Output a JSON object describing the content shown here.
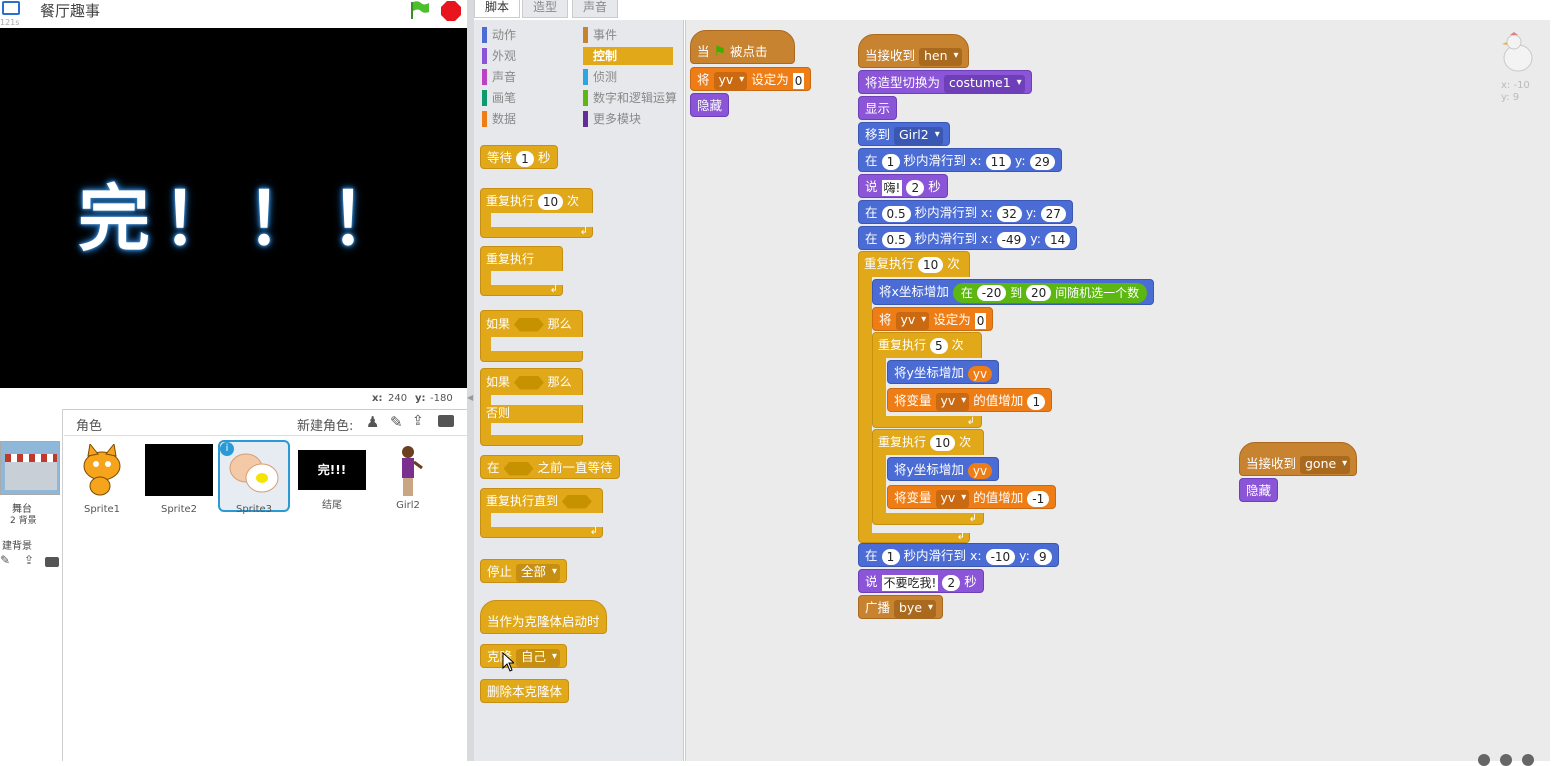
{
  "project": {
    "title": "餐厅趣事",
    "version": "121s"
  },
  "stage": {
    "text": "完！！！",
    "mouse_x_label": "x:",
    "mouse_x": "240",
    "mouse_y_label": "y:",
    "mouse_y": "-180"
  },
  "sprites_panel": {
    "title": "角色",
    "new_sprite_label": "新建角色:",
    "stage_label": "舞台",
    "backdrops_count": "2 背景",
    "new_backdrop_label": "建背景",
    "sprites": [
      {
        "name": "Sprite1"
      },
      {
        "name": "Sprite2"
      },
      {
        "name": "Sprite3"
      },
      {
        "name": "结尾",
        "thumb_text": "完!!!"
      },
      {
        "name": "Girl2"
      }
    ]
  },
  "tabs": [
    "脚本",
    "造型",
    "声音"
  ],
  "categories": [
    {
      "label": "动作",
      "color": "#4a6cd4"
    },
    {
      "label": "事件",
      "color": "#c88330"
    },
    {
      "label": "外观",
      "color": "#8a55d7"
    },
    {
      "label": "控制",
      "color": "#e1a91a"
    },
    {
      "label": "声音",
      "color": "#bb42c3"
    },
    {
      "label": "侦测",
      "color": "#2ca5e2"
    },
    {
      "label": "画笔",
      "color": "#0e9a6c"
    },
    {
      "label": "数字和逻辑运算",
      "color": "#5cb712"
    },
    {
      "label": "数据",
      "color": "#ee7d16"
    },
    {
      "label": "更多模块",
      "color": "#632d99"
    }
  ],
  "palette": {
    "wait": "等待",
    "wait_val": "1",
    "seconds": "秒",
    "repeat": "重复执行",
    "repeat_val": "10",
    "times": "次",
    "forever": "重复执行",
    "if": "如果",
    "then": "那么",
    "else": "否则",
    "wait_until_a": "在",
    "wait_until_b": "之前一直等待",
    "repeat_until": "重复执行直到",
    "stop": "停止",
    "stop_val": "全部",
    "when_clone": "当作为克隆体启动时",
    "clone": "克隆",
    "clone_val": "自己",
    "delete_clone": "删除本克隆体"
  },
  "sprite_info": {
    "x_label": "x: -10",
    "y_label": "y: 9"
  },
  "script1": {
    "when": "当",
    "clicked": "被点击",
    "set": "将",
    "var": "yv",
    "set_to": "设定为",
    "val": "0",
    "hide": "隐藏"
  },
  "script2": {
    "receive": "当接收到",
    "msg": "hen",
    "switch": "将造型切换为",
    "costume": "costume1",
    "show": "显示",
    "goto": "移到",
    "goto_target": "Girl2",
    "glide_a": "在",
    "glide_b": "秒内滑行到 x:",
    "y": "y:",
    "g1": {
      "t": "1",
      "x": "11",
      "y": "29"
    },
    "say": "说",
    "say1": "嗨!",
    "say1_t": "2",
    "sec": "秒",
    "g2": {
      "t": "0.5",
      "x": "32",
      "y": "27"
    },
    "g3": {
      "t": "0.5",
      "x": "-49",
      "y": "14"
    },
    "repeat": "重复执行",
    "rep1": "10",
    "times": "次",
    "change_x": "将x坐标增加",
    "rand_a": "在",
    "rand_lo": "-20",
    "rand_to": "到",
    "rand_hi": "20",
    "rand_b": "间随机选一个数",
    "set": "将",
    "var": "yv",
    "set_to": "设定为",
    "set_val": "0",
    "rep2": "5",
    "change_y": "将y坐标增加",
    "change_var": "将变量",
    "change_by": "的值增加",
    "inc1": "1",
    "rep3": "10",
    "inc2": "-1",
    "g4": {
      "t": "1",
      "x": "-10",
      "y": "9"
    },
    "say2": "不要吃我!",
    "say2_t": "2",
    "broadcast": "广播",
    "bmsg": "bye"
  },
  "script3": {
    "receive": "当接收到",
    "msg": "gone",
    "hide": "隐藏"
  }
}
